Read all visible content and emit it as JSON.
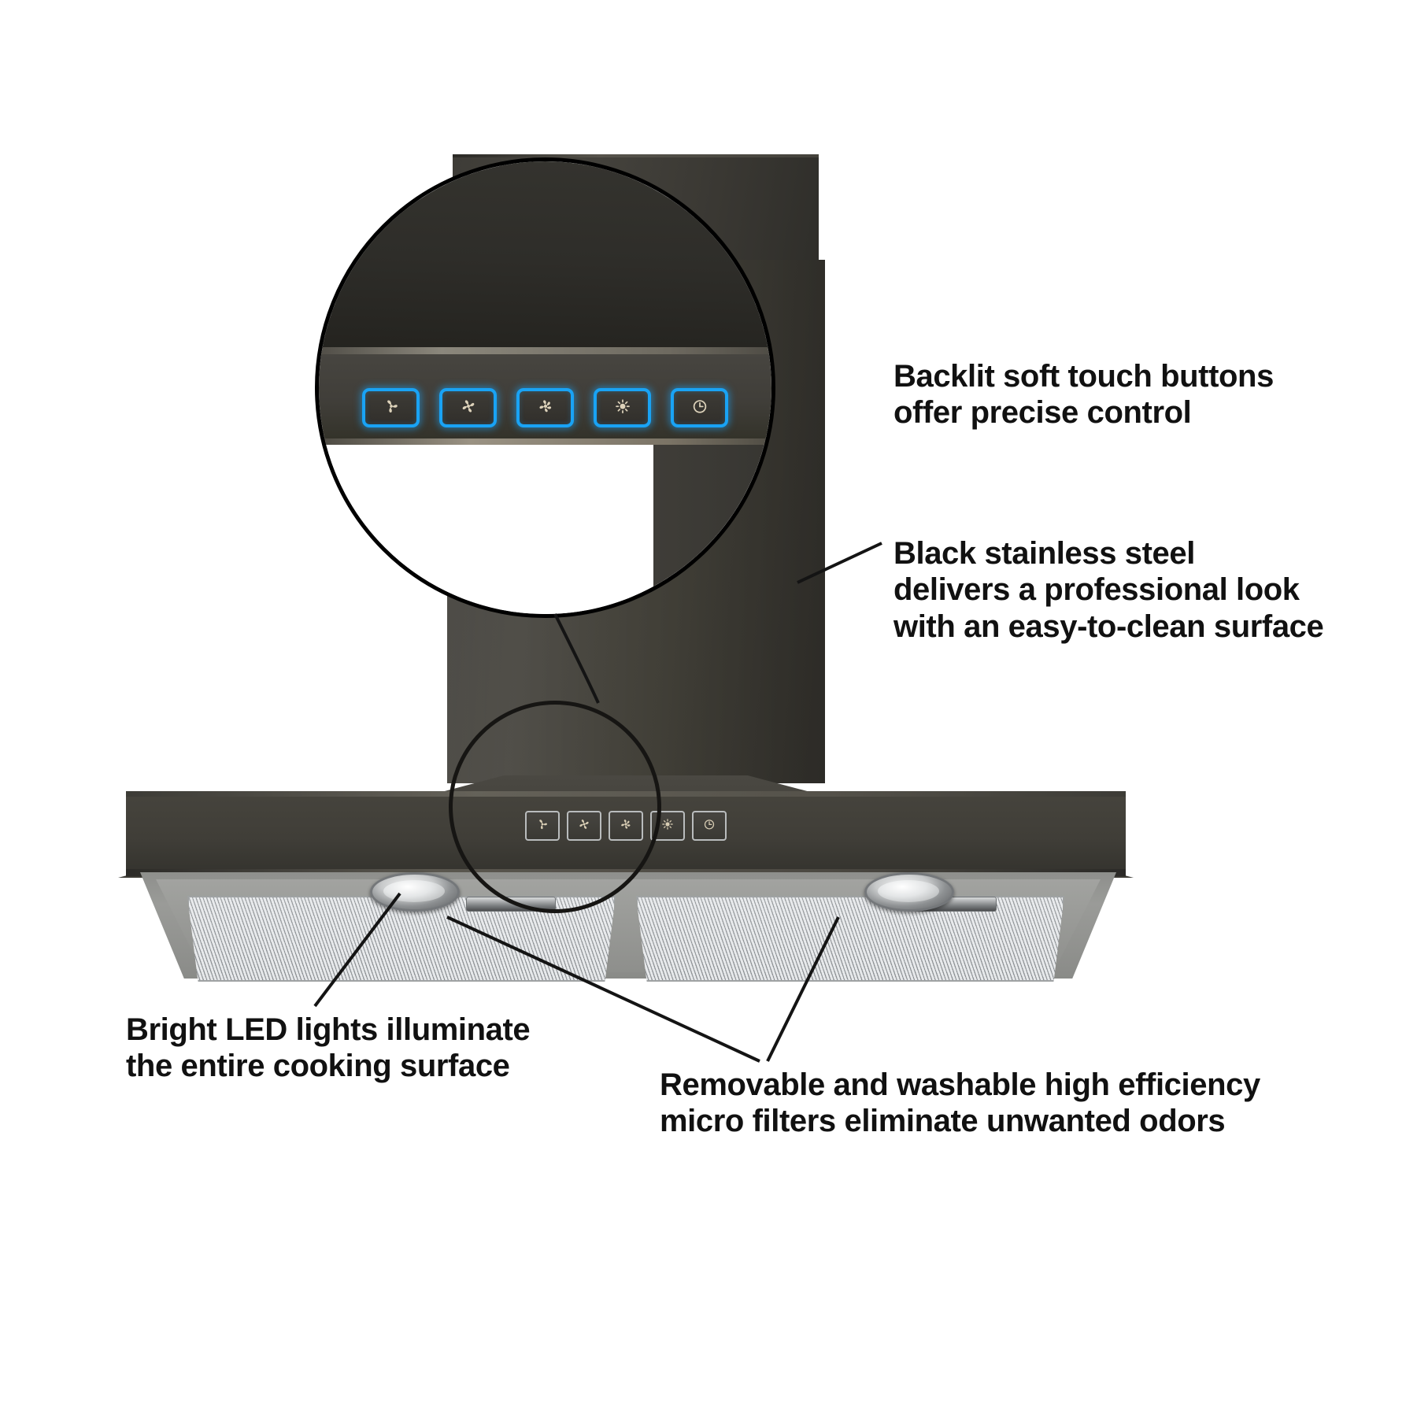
{
  "product": {
    "name": "black-stainless-range-hood",
    "finish_color": "#3f3d38",
    "backlight_color": "#19a3f5",
    "filter_color": "#d9dcde"
  },
  "callouts": [
    {
      "id": "backlit-buttons",
      "text": "Backlit soft touch buttons\noffer precise control"
    },
    {
      "id": "black-stainless",
      "text": "Black stainless steel\ndelivers a professional look\nwith an easy-to-clean surface"
    },
    {
      "id": "led-lights",
      "text": "Bright LED lights illuminate\nthe entire cooking surface"
    },
    {
      "id": "micro-filters",
      "text": "Removable and washable high efficiency\nmicro filters eliminate unwanted odors"
    }
  ],
  "control_panel": {
    "buttons": [
      {
        "id": "fan-speed-1",
        "icon": "fan-3-blade-icon",
        "label": "Fan speed 1"
      },
      {
        "id": "fan-speed-2",
        "icon": "fan-4-blade-icon",
        "label": "Fan speed 2"
      },
      {
        "id": "fan-speed-3",
        "icon": "fan-5-blade-icon",
        "label": "Fan speed 3"
      },
      {
        "id": "light",
        "icon": "light-bulb-icon",
        "label": "Light"
      },
      {
        "id": "timer",
        "icon": "clock-timer-icon",
        "label": "Timer"
      }
    ]
  },
  "lights": [
    {
      "id": "led-left",
      "icon": "led-lamp-icon"
    },
    {
      "id": "led-right",
      "icon": "led-lamp-icon"
    }
  ],
  "filters": [
    {
      "id": "filter-left",
      "icon": "mesh-filter-icon"
    },
    {
      "id": "filter-right",
      "icon": "mesh-filter-icon"
    }
  ],
  "magnifiers": [
    {
      "id": "magnifier-control-panel",
      "target": "control-panel"
    },
    {
      "id": "magnifier-hood-controls",
      "target": "hood-control-panel"
    }
  ]
}
